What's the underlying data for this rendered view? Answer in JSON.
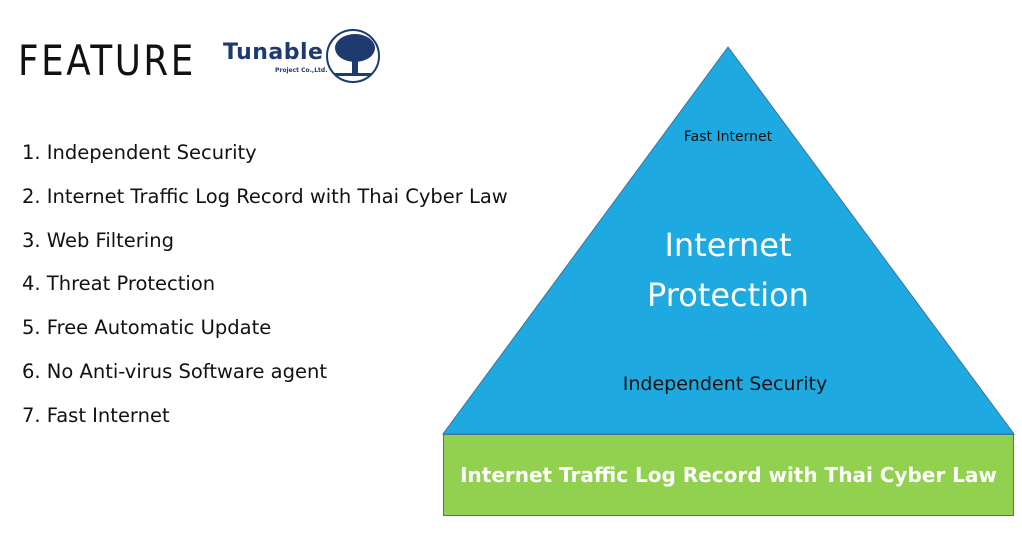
{
  "header": {
    "title": "FEATURE"
  },
  "logo": {
    "name": "Tunable",
    "subtitle": "Project Co.,Ltd."
  },
  "features": [
    "1. Independent Security",
    "2. Internet Traffic Log Record with Thai Cyber Law",
    "3. Web Filtering",
    "4. Threat Protection",
    "5. Free Automatic Update",
    "6. No Anti-virus Software agent",
    "7. Fast Internet"
  ],
  "pyramid": {
    "top": "Fast Internet",
    "middle_line1": "Internet",
    "middle_line2": "Protection",
    "lower": "Independent Security",
    "base": "Internet Traffic Log Record with Thai Cyber Law",
    "colors": {
      "triangle": "#1eaae1",
      "base": "#92d050",
      "border": "#41719c"
    }
  }
}
